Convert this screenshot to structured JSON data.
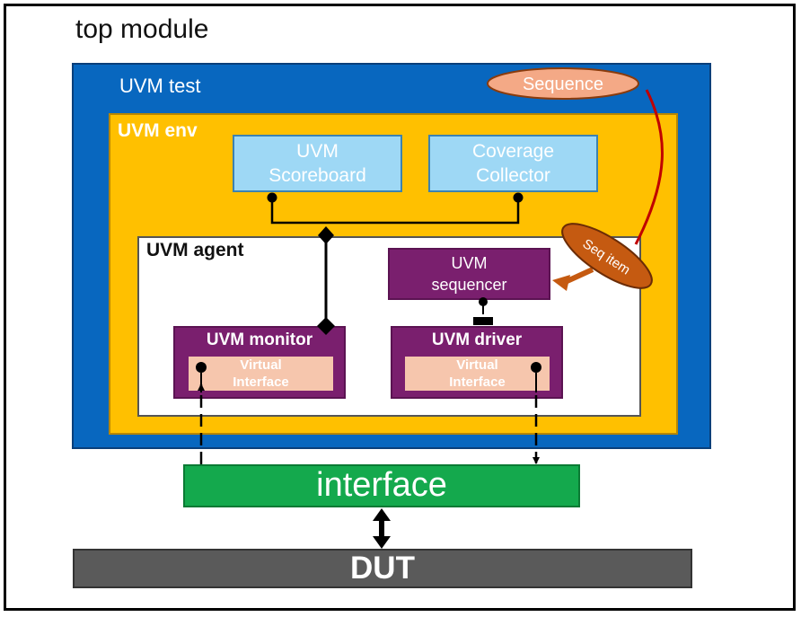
{
  "title": "top module",
  "uvm_test": {
    "label": "UVM test"
  },
  "sequence": {
    "label": "Sequence"
  },
  "uvm_env": {
    "label": "UVM env"
  },
  "scoreboard": {
    "line1": "UVM",
    "line2": "Scoreboard"
  },
  "coverage": {
    "line1": "Coverage",
    "line2": "Collector"
  },
  "uvm_agent": {
    "label": "UVM agent"
  },
  "seq_item": {
    "label": "Seq item"
  },
  "sequencer": {
    "line1": "UVM",
    "line2": "sequencer"
  },
  "monitor": {
    "label": "UVM monitor",
    "vif_line1": "Virtual",
    "vif_line2": "Interface"
  },
  "driver": {
    "label": "UVM driver",
    "vif_line1": "Virtual",
    "vif_line2": "Interface"
  },
  "interface": {
    "label": "interface"
  },
  "dut": {
    "label": "DUT"
  },
  "colors": {
    "test": "#0867bf",
    "env": "#ffc000",
    "light_blue": "#9ed8f5",
    "purple": "#7a1f6e",
    "peach": "#f6c6ad",
    "interface": "#14a94d",
    "dut": "#5a5a5a",
    "sequence_fill": "#f4a986",
    "seq_item_fill": "#c55a11",
    "seq_line": "#c00000"
  }
}
